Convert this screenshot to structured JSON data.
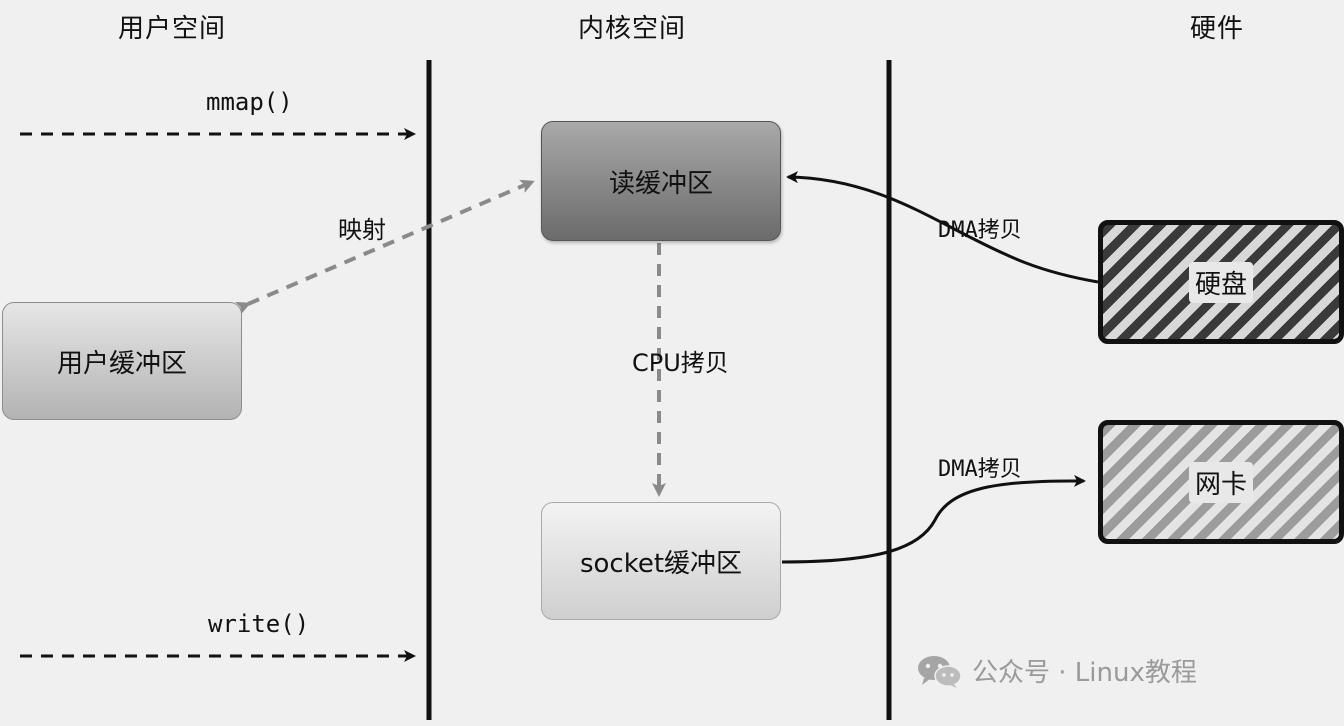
{
  "columns": {
    "user_space": "用户空间",
    "kernel_space": "内核空间",
    "hardware": "硬件"
  },
  "calls": {
    "mmap": "mmap()",
    "write": "write()"
  },
  "boxes": {
    "read_buffer": "读缓冲区",
    "user_buffer": "用户缓冲区",
    "socket_buffer": "socket缓冲区",
    "disk": "硬盘",
    "nic": "网卡"
  },
  "edges": {
    "mapping": "映射",
    "cpu_copy": "CPU拷贝",
    "dma_copy_in": "DMA拷贝",
    "dma_copy_out": "DMA拷贝"
  },
  "watermark": {
    "text": "公众号 · Linux教程",
    "icon": "wechat-icon"
  }
}
